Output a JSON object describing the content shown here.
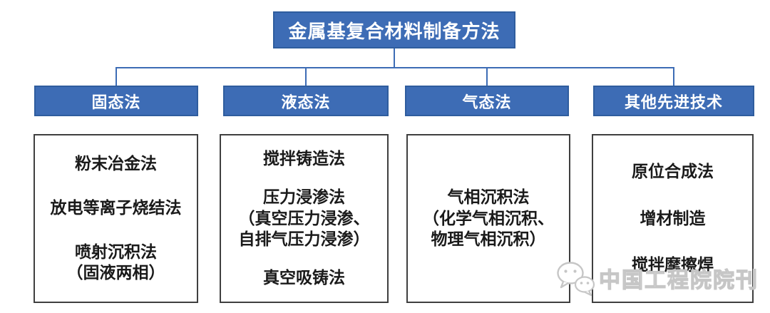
{
  "diagram": {
    "title": "金属基复合材料制备方法",
    "branches": [
      {
        "header": "固态法",
        "items": [
          [
            "粉末冶金法"
          ],
          [
            "放电等离子烧结法"
          ],
          [
            "喷射沉积法",
            "（固液两相）"
          ]
        ]
      },
      {
        "header": "液态法",
        "items": [
          [
            "搅拌铸造法"
          ],
          [
            "压力浸渗法",
            "（真空压力浸渗、",
            "自排气压力浸渗）"
          ],
          [
            "真空吸铸法"
          ]
        ]
      },
      {
        "header": "气态法",
        "items": [
          [
            "气相沉积法",
            "（化学气相沉积、",
            "物理气相沉积）"
          ]
        ]
      },
      {
        "header": "其他先进技术",
        "items": [
          [
            "原位合成法"
          ],
          [
            "增材制造"
          ],
          [
            "搅拌摩擦焊"
          ]
        ]
      }
    ],
    "watermark": {
      "text": "中国工程院院刊",
      "icon": "wechat-icon"
    },
    "colors": {
      "node_blue": "#3d6cb5",
      "node_blue_border": "#2f5d9e",
      "connector_blue": "#3d6cb5",
      "content_border": "#3f3f3f",
      "text": "#1a1a1a",
      "watermark_gray": "#c6c6c6"
    }
  }
}
